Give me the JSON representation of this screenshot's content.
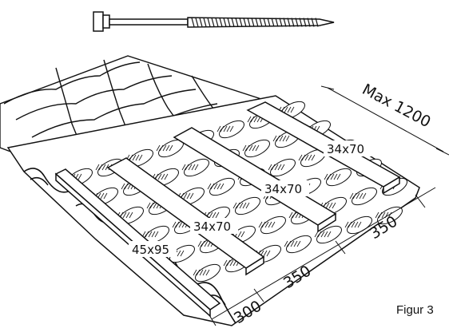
{
  "diagram": {
    "caption": "Figur 3",
    "max_spacing_label": "Max 1200",
    "lath_labels": [
      "34x70",
      "34x70",
      "34x70",
      "45x95"
    ],
    "spacing_labels": [
      "300",
      "350",
      "350"
    ]
  },
  "colors": {
    "ink": "#111111",
    "background": "#ffffff",
    "wood": "#ffffff",
    "insulation_shadow": "#222222"
  }
}
